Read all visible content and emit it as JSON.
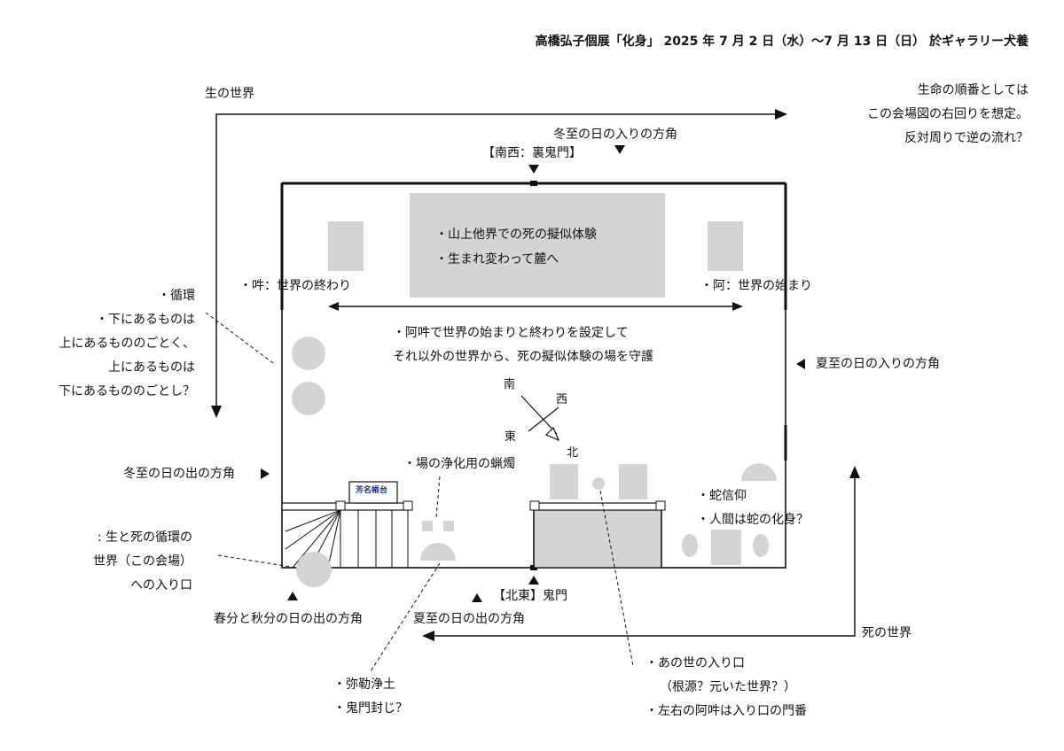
{
  "header": {
    "title": "高橋弘子個展「化身」 2025 年 7 月 2 日（水）〜7 月 13 日（日） 於ギャラリー犬養"
  },
  "worlds": {
    "life": "生の世界",
    "death": "死の世界"
  },
  "note_order": [
    "生命の順番としては",
    "この会場図の右回りを想定。",
    "反対周りで逆の流れ？"
  ],
  "directions": {
    "winter_sunset": "冬至の日の入りの方角",
    "southwest": "【南西：裏鬼門】",
    "summer_sunset": "夏至の日の入りの方角",
    "winter_sunrise": "冬至の日の出の方角",
    "equinox_sunrise": "春分と秋分の日の出の方角",
    "northeast": "【北東】鬼門",
    "summer_sunrise": "夏至の日の出の方角"
  },
  "center_panel": [
    "・山上他界での死の擬似体験",
    "・生まれ変わって麓へ"
  ],
  "un_label": "・吽：世界の終わり",
  "a_label": "・阿：世界の始まり",
  "aun_text": [
    "・阿吽で世界の始まりと終わりを設定して",
    "それ以外の世界から、死の擬似体験の場を守護"
  ],
  "compass": {
    "south": "南",
    "west": "西",
    "east": "東",
    "north": "北"
  },
  "cycle": [
    "・循環",
    "・下にあるものは",
    "上にあるもののごとく、",
    "上にあるものは",
    "下にあるもののごとし？"
  ],
  "candle": "・場の浄化用の蝋燭",
  "guestbook": "芳名帳台",
  "snake": [
    "・蛇信仰",
    "・人間は蛇の化身？"
  ],
  "entrance": [
    ": 生と死の循環の",
    "世界（この会場）",
    "への入り口"
  ],
  "maitreya": [
    "・弥勒浄土",
    "・鬼門封じ？"
  ],
  "otherworld": [
    "・あの世の入り口",
    "（根源？元いた世界？）",
    "・左右の阿吽は入り口の門番"
  ]
}
